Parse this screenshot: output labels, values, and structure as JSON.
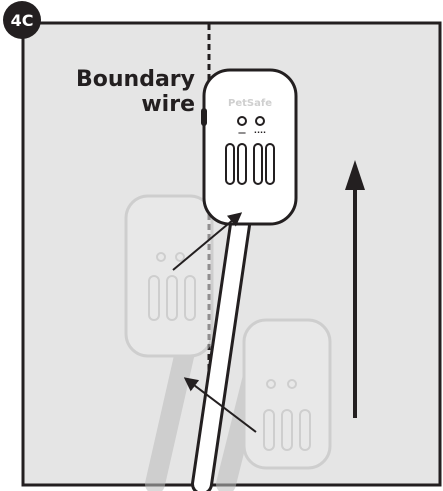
{
  "figure": {
    "step_badge": "4C",
    "callout_line1": "Boundary",
    "callout_line2": "wire",
    "brand_text": "PetSafe",
    "indicator_left": "—",
    "indicator_right": "····"
  },
  "colors": {
    "panel": "#e5e5e5",
    "ink": "#231f20",
    "faded_device": "#ececec",
    "faded_stroke": "#bdbdbd",
    "device": "#ffffff",
    "brand": "#cfcfcf"
  },
  "icons": {
    "direction": "up-arrow",
    "motion": "diagonal-arrow",
    "device": "wand-transmitter"
  }
}
